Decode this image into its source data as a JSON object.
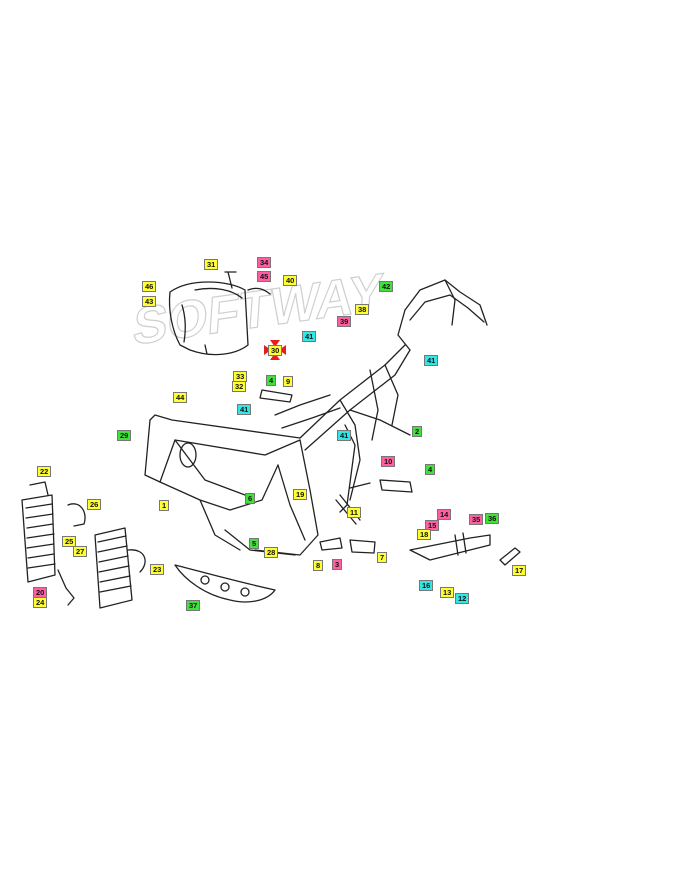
{
  "watermark": "SOFTWAY",
  "colors": {
    "yellow": "#ffff33",
    "pink": "#ff5fa2",
    "green": "#40e23a",
    "cyan": "#33e5e5",
    "marker_red": "#e51e1e",
    "line": "#222222"
  },
  "callouts": [
    {
      "text": "34",
      "color": "pink"
    },
    {
      "text": "31",
      "color": "yellow"
    },
    {
      "text": "45",
      "color": "pink"
    },
    {
      "text": "40",
      "color": "yellow"
    },
    {
      "text": "46",
      "color": "yellow"
    },
    {
      "text": "43",
      "color": "yellow"
    },
    {
      "text": "42",
      "color": "green"
    },
    {
      "text": "38",
      "color": "yellow"
    },
    {
      "text": "39",
      "color": "pink"
    },
    {
      "text": "41",
      "color": "cyan"
    },
    {
      "text": "30",
      "color": "yellow"
    },
    {
      "text": "41",
      "color": "cyan"
    },
    {
      "text": "33",
      "color": "yellow"
    },
    {
      "text": "32",
      "color": "yellow"
    },
    {
      "text": "4",
      "color": "green"
    },
    {
      "text": "9",
      "color": "yellow"
    },
    {
      "text": "44",
      "color": "yellow"
    },
    {
      "text": "41",
      "color": "cyan"
    },
    {
      "text": "41",
      "color": "cyan"
    },
    {
      "text": "2",
      "color": "green"
    },
    {
      "text": "29",
      "color": "green"
    },
    {
      "text": "10",
      "color": "pink"
    },
    {
      "text": "4",
      "color": "green"
    },
    {
      "text": "22",
      "color": "yellow"
    },
    {
      "text": "1",
      "color": "yellow"
    },
    {
      "text": "6",
      "color": "green"
    },
    {
      "text": "19",
      "color": "yellow"
    },
    {
      "text": "26",
      "color": "yellow"
    },
    {
      "text": "11",
      "color": "yellow"
    },
    {
      "text": "14",
      "color": "pink"
    },
    {
      "text": "15",
      "color": "pink"
    },
    {
      "text": "35",
      "color": "pink"
    },
    {
      "text": "36",
      "color": "green"
    },
    {
      "text": "18",
      "color": "yellow"
    },
    {
      "text": "25",
      "color": "yellow"
    },
    {
      "text": "27",
      "color": "yellow"
    },
    {
      "text": "5",
      "color": "green"
    },
    {
      "text": "28",
      "color": "yellow"
    },
    {
      "text": "7",
      "color": "yellow"
    },
    {
      "text": "23",
      "color": "yellow"
    },
    {
      "text": "8",
      "color": "yellow"
    },
    {
      "text": "3",
      "color": "pink"
    },
    {
      "text": "17",
      "color": "yellow"
    },
    {
      "text": "16",
      "color": "cyan"
    },
    {
      "text": "13",
      "color": "yellow"
    },
    {
      "text": "20",
      "color": "pink"
    },
    {
      "text": "24",
      "color": "yellow"
    },
    {
      "text": "12",
      "color": "cyan"
    },
    {
      "text": "37",
      "color": "green"
    }
  ]
}
